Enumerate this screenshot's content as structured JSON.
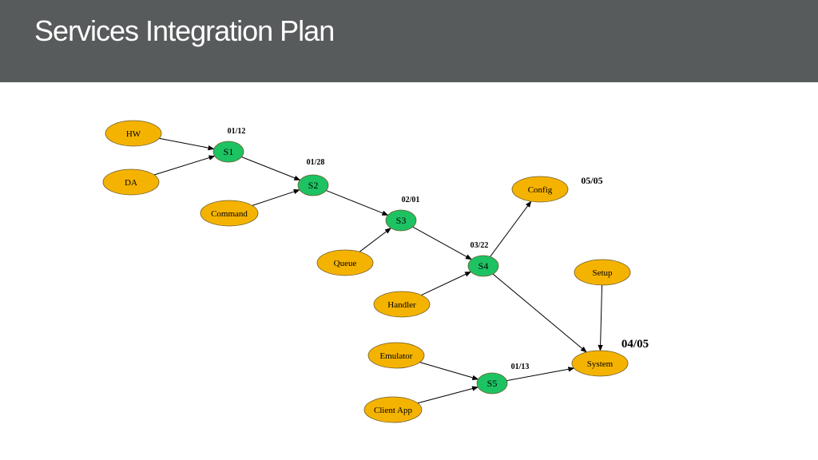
{
  "slide": {
    "title": "Services Integration Plan"
  },
  "colors": {
    "header": "#585b5c",
    "component": "#f5b301",
    "stage": "#1dc263",
    "edge": "#000000"
  },
  "nodes": {
    "hw": "HW",
    "da": "DA",
    "command": "Command",
    "queue": "Queue",
    "handler": "Handler",
    "config": "Config",
    "setup": "Setup",
    "emulator": "Emulator",
    "client_app": "Client App",
    "system": "System",
    "s1": "S1",
    "s2": "S2",
    "s3": "S3",
    "s4": "S4",
    "s5": "S5"
  },
  "dates": {
    "s1": "01/12",
    "s2": "01/28",
    "s3": "02/01",
    "s4": "03/22",
    "config": "05/05",
    "system": "04/05",
    "s5": "01/13"
  },
  "edges": [
    [
      "hw",
      "s1"
    ],
    [
      "da",
      "s1"
    ],
    [
      "s1",
      "s2"
    ],
    [
      "command",
      "s2"
    ],
    [
      "s2",
      "s3"
    ],
    [
      "queue",
      "s3"
    ],
    [
      "s3",
      "s4"
    ],
    [
      "handler",
      "s4"
    ],
    [
      "s4",
      "config"
    ],
    [
      "s4",
      "system"
    ],
    [
      "setup",
      "system"
    ],
    [
      "emulator",
      "s5"
    ],
    [
      "client_app",
      "s5"
    ],
    [
      "s5",
      "system"
    ]
  ]
}
